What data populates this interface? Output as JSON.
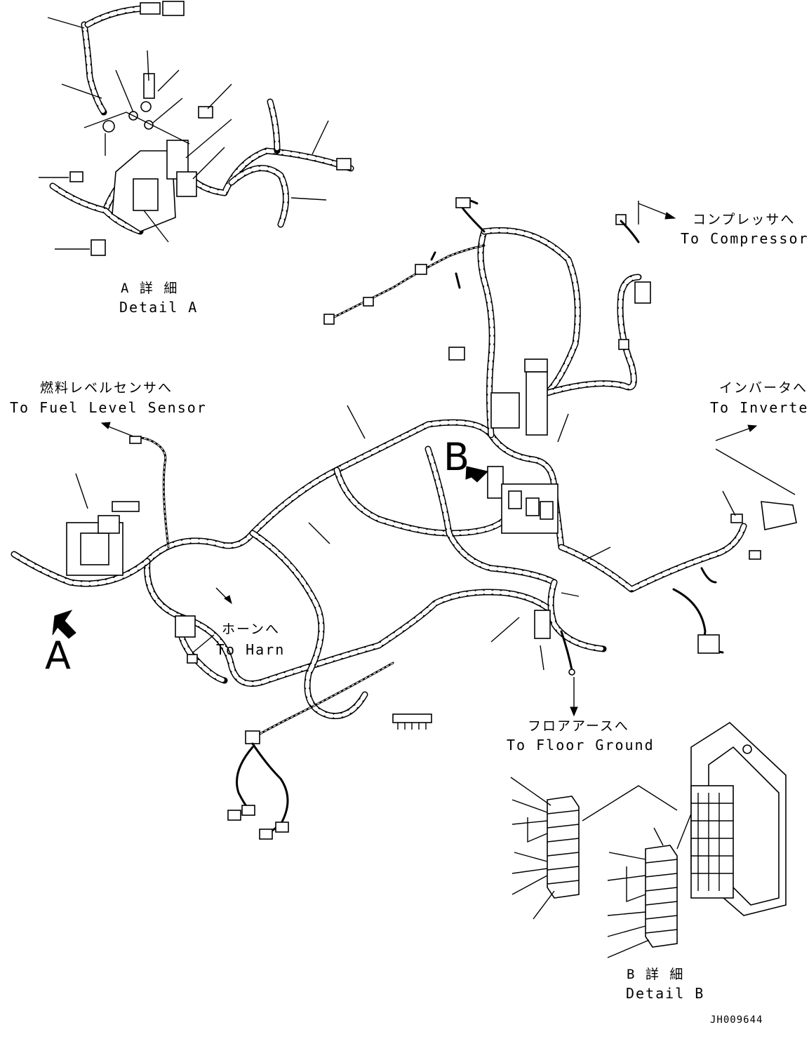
{
  "labels": {
    "detail_a_jp": "A 詳 細",
    "detail_a_en": "Detail A",
    "compressor_jp": "コンプレッサへ",
    "compressor_en": "To Compressor",
    "fuel_jp": "燃料レベルセンサへ",
    "fuel_en": "To Fuel Level Sensor",
    "inverter_jp": "インバータへ",
    "inverter_en": "To Inverter",
    "horn_jp": "ホーンへ",
    "horn_en": "To Harn",
    "floor_jp": "フロアアースへ",
    "floor_en": "To Floor Ground",
    "detail_b_jp": "B 詳 細",
    "detail_b_en": "Detail B",
    "view_a": "A",
    "view_b": "B",
    "drawing_code": "JH009644"
  }
}
